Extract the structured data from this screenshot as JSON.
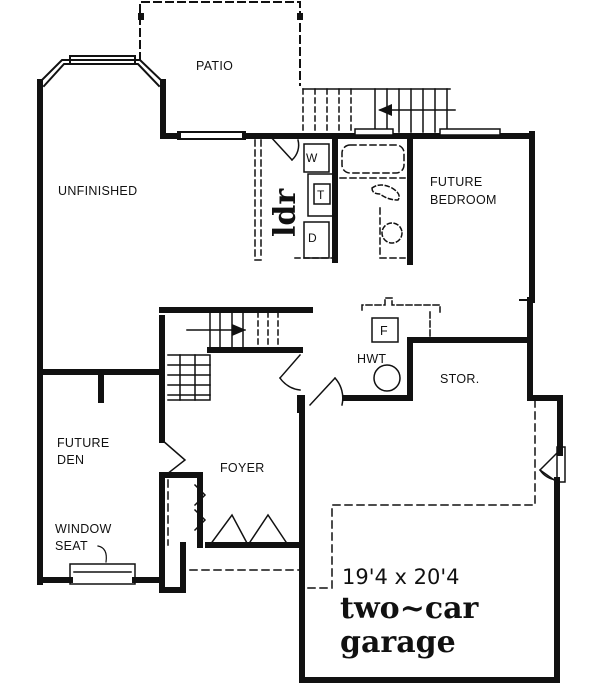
{
  "plan": {
    "rooms": {
      "patio": "PATIO",
      "unfinished": "UNFINISHED",
      "future_bedroom_line1": "FUTURE",
      "future_bedroom_line2": "BEDROOM",
      "laundry": "ldr",
      "future_den_line1": "FUTURE",
      "future_den_line2": "DEN",
      "window_seat_line1": "WINDOW",
      "window_seat_line2": "SEAT",
      "foyer": "FOYER",
      "storage": "STOR.",
      "hot_water_tank": "HWT",
      "furnace": "F"
    },
    "appliances": {
      "washer": "W",
      "laundry_tub": "T",
      "dryer": "D"
    },
    "garage": {
      "dimensions": "19'4 x 20'4",
      "title_line1": "two~car",
      "title_line2": "garage"
    }
  },
  "colors": {
    "ink": "#111111",
    "background": "#ffffff"
  }
}
